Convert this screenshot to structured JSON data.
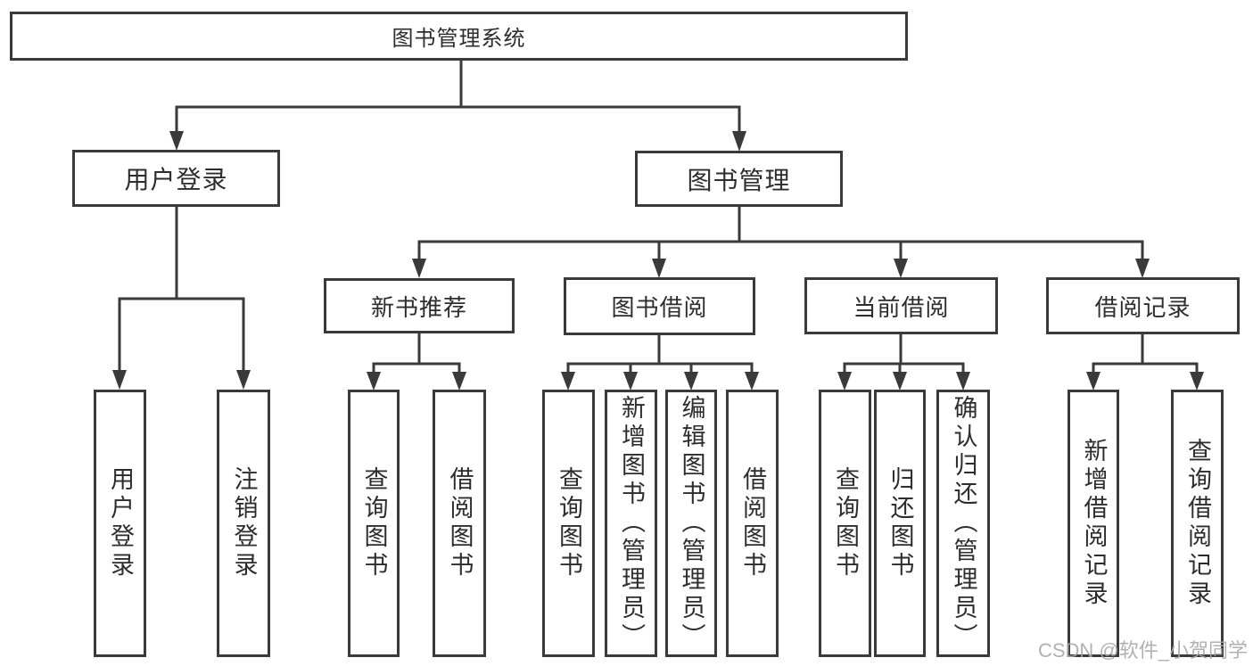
{
  "diagram": {
    "title": "图书管理系统",
    "level2": {
      "user_login": "用户登录",
      "book_management": "图书管理"
    },
    "level3": {
      "new_book_recommend": "新书推荐",
      "book_borrowing": "图书借阅",
      "current_borrowing": "当前借阅",
      "borrowing_records": "借阅记录"
    },
    "leaves": {
      "user_login": "用户登录",
      "logout": "注销登录",
      "recommend_query_books": "查询图书",
      "recommend_borrow_books": "借阅图书",
      "borrowing_query_books": "查询图书",
      "borrowing_add_books_admin": "新增图书（管理员）",
      "borrowing_edit_books_admin": "编辑图书（管理员）",
      "borrowing_borrow_books": "借阅图书",
      "current_query_books": "查询图书",
      "current_return_books": "归还图书",
      "current_confirm_return_admin": "确认归还（管理员）",
      "records_add_record": "新增借阅记录",
      "records_query_record": "查询借阅记录"
    }
  },
  "watermark": "CSDN @软件_小贺同学",
  "colors": {
    "line": "#3a3a3a",
    "text": "#2d2d2d",
    "background": "#ffffff",
    "watermark": "#a8a8a8"
  }
}
